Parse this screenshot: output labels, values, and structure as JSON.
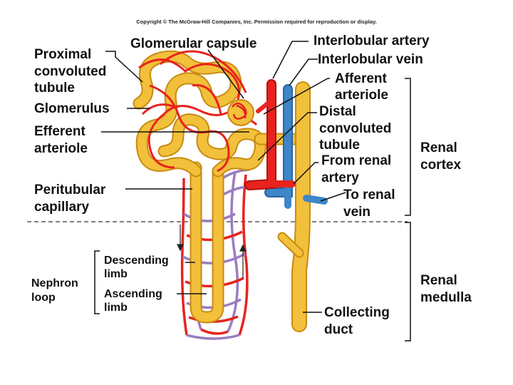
{
  "copyright": "Copyright © The McGraw-Hill Companies, Inc. Permission required for reproduction or display.",
  "labels": {
    "glomerular_capsule": "Glomerular capsule",
    "proximal_1": "Proximal",
    "proximal_2": "convoluted",
    "proximal_3": "tubule",
    "glomerulus": "Glomerulus",
    "efferent_1": "Efferent",
    "efferent_2": "arteriole",
    "peritubular_1": "Peritubular",
    "peritubular_2": "capillary",
    "interlobular_artery": "Interlobular artery",
    "interlobular_vein": "Interlobular vein",
    "afferent_1": "Afferent",
    "afferent_2": "arteriole",
    "distal_1": "Distal",
    "distal_2": "convoluted",
    "distal_3": "tubule",
    "from_renal_1": "From renal",
    "from_renal_2": "artery",
    "to_renal_1": "To renal",
    "to_renal_2": "vein",
    "renal_cortex_1": "Renal",
    "renal_cortex_2": "cortex",
    "renal_medulla_1": "Renal",
    "renal_medulla_2": "medulla",
    "collecting_1": "Collecting",
    "collecting_2": "duct",
    "nephron_loop_1": "Nephron",
    "nephron_loop_2": "loop",
    "descending_1": "Descending",
    "descending_2": "limb",
    "ascending_1": "Ascending",
    "ascending_2": "limb"
  },
  "colors": {
    "tubule": "#f2c03a",
    "tubule_edge": "#c98a12",
    "artery": "#e8231e",
    "vein": "#3d86c8",
    "capillary_purple": "#9a7cc0",
    "leader": "#111111"
  }
}
